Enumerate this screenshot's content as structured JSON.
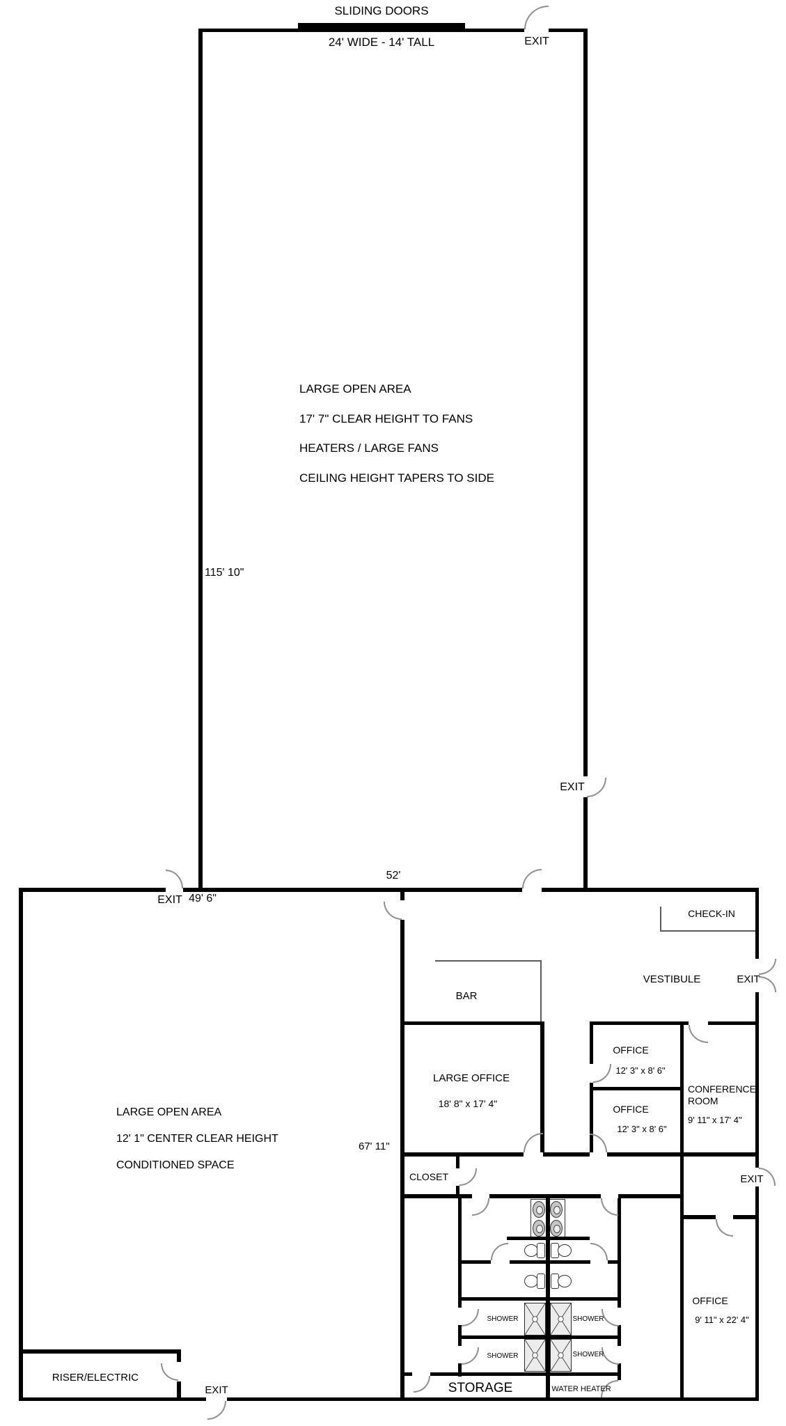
{
  "plan": {
    "exit_label": "EXIT",
    "upper_warehouse": {
      "sliding_doors_label": "SLIDING DOORS",
      "sliding_doors_size": "24' WIDE - 14' TALL",
      "area_name": "LARGE OPEN AREA",
      "note_clear_height": "17' 7\" CLEAR HEIGHT TO FANS",
      "note_equipment": "HEATERS / LARGE FANS",
      "note_ceiling": "CEILING HEIGHT TAPERS TO SIDE",
      "dim_west_wall": "115' 10\""
    },
    "lower_level": {
      "area_name": "LARGE OPEN AREA",
      "note_clear_height": "12' 1\" CENTER CLEAR HEIGHT",
      "note_conditioned": "CONDITIONED SPACE",
      "dim_top_left": "49' 6\"",
      "dim_top_mid": "52'",
      "dim_mid": "67' 11\""
    },
    "rooms": {
      "check_in": "CHECK-IN",
      "vestibule": "VESTIBULE",
      "bar": "BAR",
      "large_office_name": "LARGE OFFICE",
      "large_office_size": "18' 8\" x 17' 4\"",
      "office_small_name": "OFFICE",
      "office_small_size": "12' 3\" x 8' 6\"",
      "conference_name": "CONFERENCE ROOM",
      "conference_size": "9' 11\" x 17' 4\"",
      "closet": "CLOSET",
      "office_east_name": "OFFICE",
      "office_east_size": "9' 11\" x 22' 4\"",
      "shower": "SHOWER",
      "storage": "STORAGE",
      "water_heater": "WATER HEATER",
      "riser_electric": "RISER/ELECTRIC"
    }
  }
}
